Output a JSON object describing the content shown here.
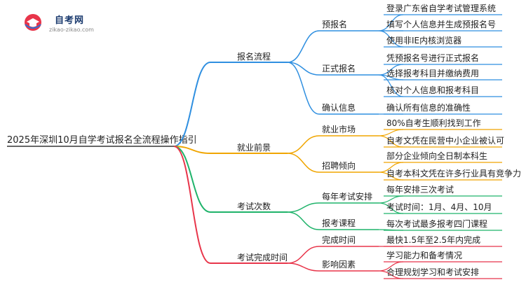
{
  "logo": {
    "title": "自考网",
    "subtitle": "zikao-zikao.com"
  },
  "colors": {
    "blue": "#2f8fe0",
    "orange": "#f0a500",
    "green": "#1fb36a",
    "red": "#e8354a"
  },
  "mindmap": {
    "root": "2025年深圳10月自学考试报名全流程操作指引",
    "branches": [
      {
        "label": "报名流程",
        "color": "blue",
        "children": [
          {
            "label": "预报名",
            "items": [
              "登录广东省自学考试管理系统",
              "填写个人信息并生成预报名号",
              "使用非IE内核浏览器"
            ]
          },
          {
            "label": "正式报名",
            "items": [
              "凭预报名号进行正式报名",
              "选择报考科目并缴纳费用",
              "核对个人信息和报考科目"
            ]
          },
          {
            "label": "确认信息",
            "items": [
              "确认所有信息的准确性"
            ]
          }
        ]
      },
      {
        "label": "就业前景",
        "color": "orange",
        "children": [
          {
            "label": "就业市场",
            "items": [
              "80%自考生顺利找到工作",
              "自考文凭在民营中小企业被认可"
            ]
          },
          {
            "label": "招聘倾向",
            "items": [
              "部分企业倾向全日制本科生",
              "自考本科文凭在许多行业具有竞争力"
            ]
          }
        ]
      },
      {
        "label": "考试次数",
        "color": "green",
        "children": [
          {
            "label": "每年考试安排",
            "items": [
              "每年安排三次考试",
              "考试时间：1月、4月、10月"
            ]
          },
          {
            "label": "报考课程",
            "items": [
              "每次考试最多报考四门课程"
            ]
          }
        ]
      },
      {
        "label": "考试完成时间",
        "color": "red",
        "children": [
          {
            "label": "完成时间",
            "items": [
              "最快1.5年至2.5年内完成"
            ]
          },
          {
            "label": "影响因素",
            "items": [
              "学习能力和备考情况",
              "合理规划学习和考试安排"
            ]
          }
        ]
      }
    ]
  }
}
